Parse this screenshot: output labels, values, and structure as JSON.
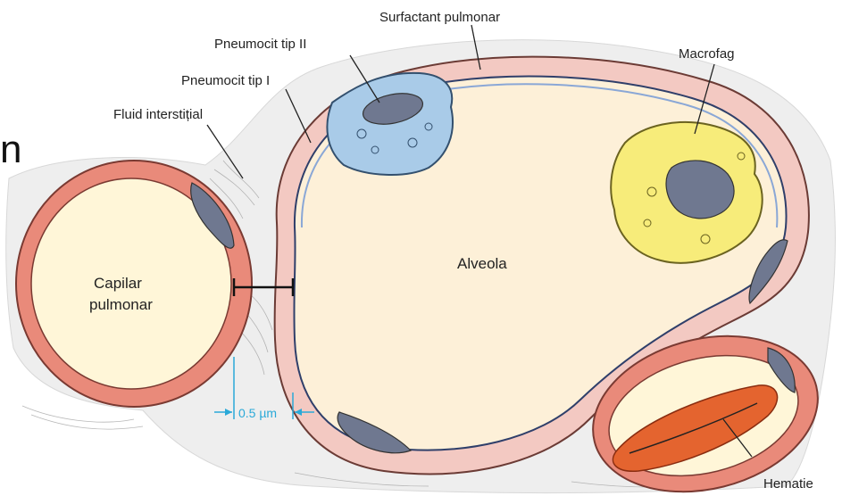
{
  "labels": {
    "surfactant": "Surfactant pulmonar",
    "pneumocyte_2": "Pneumocit tip II",
    "pneumocyte_1": "Pneumocit tip I",
    "interstitial_fluid": "Fluid interstițial",
    "macrophage": "Macrofag",
    "alveolus": "Alveola",
    "capillary_line1": "Capilar",
    "capillary_line2": "pulmonar",
    "erythrocyte": "Hematie",
    "scale": "0.5 µm"
  },
  "edge_glyph": "n",
  "colors": {
    "capillary_wall": "#e98a7a",
    "capillary_lumen": "#fff6d8",
    "alveolar_wall": "#f3c9c2",
    "alveolus_fill": "#fdf0d8",
    "pneumocyte_2": "#a9cbe8",
    "macrophage": "#f7ec7a",
    "nucleus": "#6f7890",
    "erythrocyte": "#e4642f",
    "scale_line": "#2aa9d8",
    "interstitium": "#eeeeee"
  }
}
